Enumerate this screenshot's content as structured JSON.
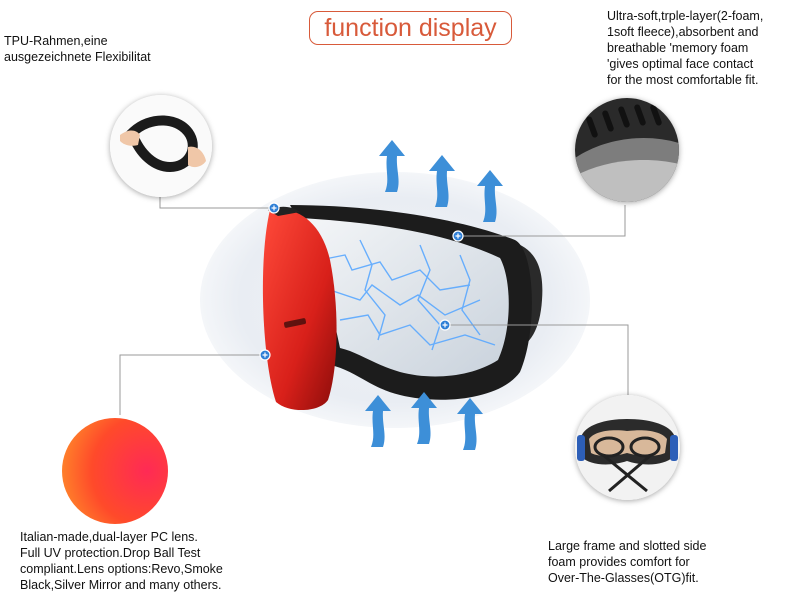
{
  "title": "function display",
  "callouts": {
    "frame": [
      "TPU-Rahmen,eine",
      "ausgezeichnete Flexibilitat"
    ],
    "foam": [
      "Ultra-soft,trple-layer(2-foam,",
      "1soft fleece),absorbent and",
      "breathable 'memory foam",
      "'gives optimal face contact",
      "for the most comfortable fit."
    ],
    "lens": [
      "Italian-made,dual-layer PC lens.",
      "Full UV protection.Drop Ball Test",
      "compliant.Lens options:Revo,Smoke",
      "Black,Silver Mirror and many others."
    ],
    "otg": [
      "Large frame and slotted side",
      "foam provides comfort for",
      "Over-The-Glasses(OTG)fit."
    ]
  },
  "colors": {
    "title_accent": "#d85a3a",
    "airflow_arrow": "#3d8fd8",
    "lens_red": "#e52a22",
    "leader_line": "#9a9a9a"
  },
  "icons": [
    "airflow-arrow-icon",
    "plus-marker-icon"
  ]
}
